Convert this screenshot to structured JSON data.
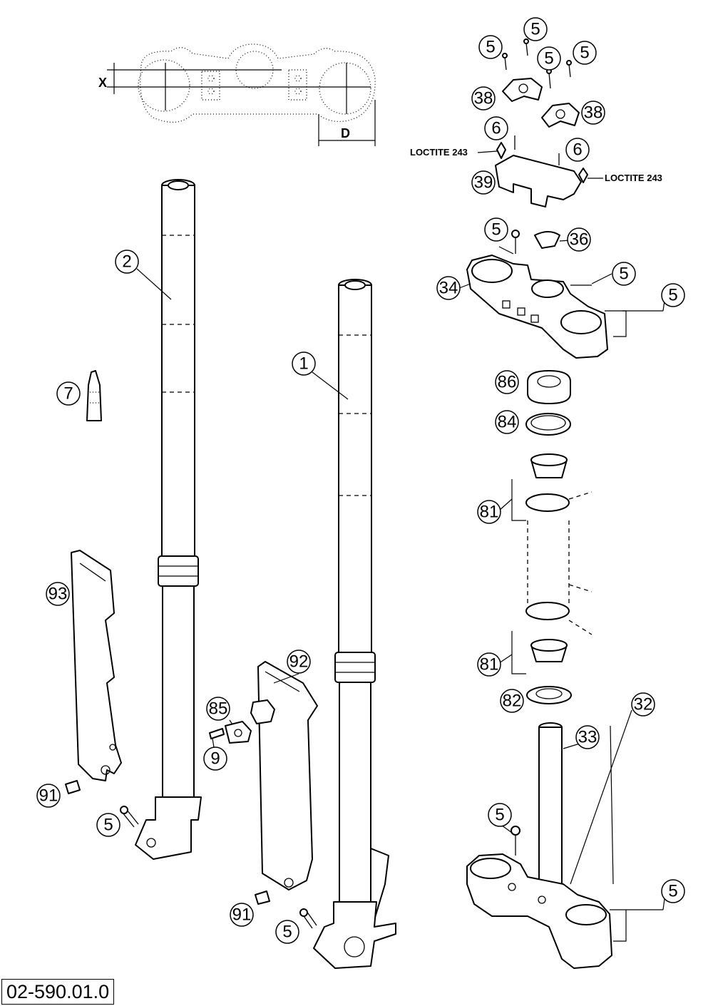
{
  "drawing": {
    "code": "02-590.01.0",
    "dimension_labels": {
      "x": "X",
      "d": "D"
    },
    "notes": {
      "loctite_left": "LOCTITE 243",
      "loctite_right": "LOCTITE 243"
    }
  },
  "callouts": [
    {
      "id": "c-5a",
      "label": "5"
    },
    {
      "id": "c-5b",
      "label": "5"
    },
    {
      "id": "c-5c",
      "label": "5"
    },
    {
      "id": "c-5d",
      "label": "5"
    },
    {
      "id": "c-38a",
      "label": "38"
    },
    {
      "id": "c-38b",
      "label": "38"
    },
    {
      "id": "c-6a",
      "label": "6"
    },
    {
      "id": "c-6b",
      "label": "6"
    },
    {
      "id": "c-39",
      "label": "39"
    },
    {
      "id": "c-5e",
      "label": "5"
    },
    {
      "id": "c-36",
      "label": "36"
    },
    {
      "id": "c-34",
      "label": "34"
    },
    {
      "id": "c-5f",
      "label": "5"
    },
    {
      "id": "c-5g",
      "label": "5"
    },
    {
      "id": "c-86",
      "label": "86"
    },
    {
      "id": "c-84",
      "label": "84"
    },
    {
      "id": "c-81a",
      "label": "81"
    },
    {
      "id": "c-81b",
      "label": "81"
    },
    {
      "id": "c-82",
      "label": "82"
    },
    {
      "id": "c-32",
      "label": "32"
    },
    {
      "id": "c-33",
      "label": "33"
    },
    {
      "id": "c-5h",
      "label": "5"
    },
    {
      "id": "c-5i",
      "label": "5"
    },
    {
      "id": "c-2",
      "label": "2"
    },
    {
      "id": "c-1",
      "label": "1"
    },
    {
      "id": "c-7",
      "label": "7"
    },
    {
      "id": "c-93",
      "label": "93"
    },
    {
      "id": "c-92",
      "label": "92"
    },
    {
      "id": "c-85",
      "label": "85"
    },
    {
      "id": "c-9",
      "label": "9"
    },
    {
      "id": "c-91a",
      "label": "91"
    },
    {
      "id": "c-91b",
      "label": "91"
    },
    {
      "id": "c-5j",
      "label": "5"
    },
    {
      "id": "c-5k",
      "label": "5"
    }
  ]
}
